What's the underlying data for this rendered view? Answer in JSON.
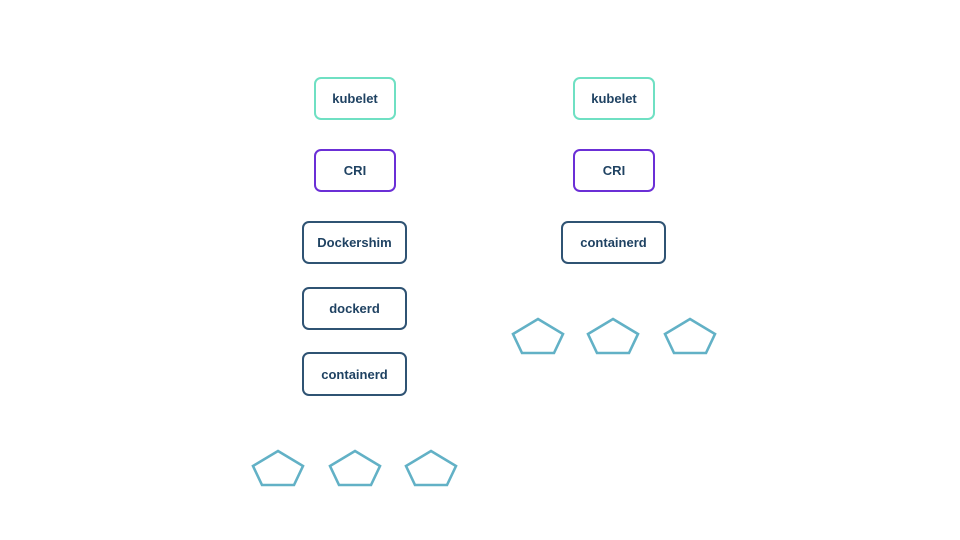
{
  "stacks": {
    "left": {
      "kubelet": "kubelet",
      "cri": "CRI",
      "dockershim": "Dockershim",
      "dockerd": "dockerd",
      "containerd": "containerd",
      "container_icon": "pentagon-icon",
      "container_count": 3
    },
    "right": {
      "kubelet": "kubelet",
      "cri": "CRI",
      "containerd": "containerd",
      "container_icon": "pentagon-icon",
      "container_count": 3
    }
  },
  "colors": {
    "kubelet_border": "#6fe0c3",
    "cri_border": "#6b2fd6",
    "runtime_border": "#2f5373",
    "text": "#1f4262",
    "container_stroke": "#62b1c6"
  }
}
